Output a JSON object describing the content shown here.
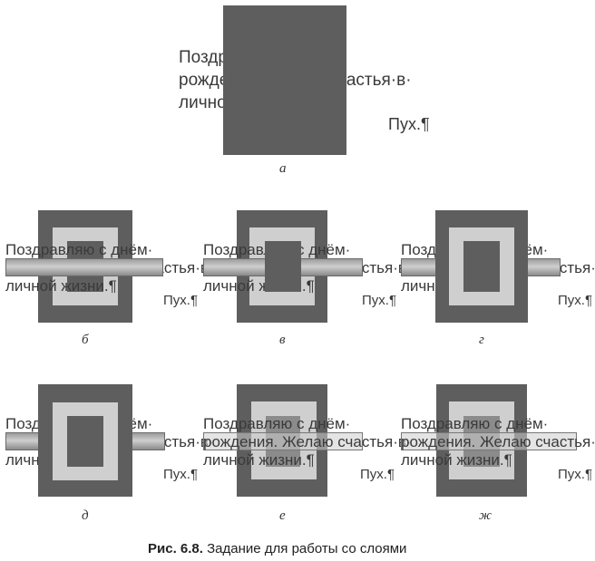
{
  "greeting": {
    "line1": "Поздравляю с днём·",
    "line2": "рождения. Желаю счастья·в·",
    "line3": "личной жизни.¶",
    "line1_short": "Поздравляю с днём·",
    "line2_short": "рождения. Желаю счастья·в·",
    "line3_short": "личной жизни.¶"
  },
  "signature": "Пух.¶",
  "labels": {
    "a": "а",
    "b": "б",
    "v": "в",
    "g": "г",
    "d": "д",
    "e": "е",
    "zh": "ж"
  },
  "caption": {
    "prefix": "Рис. 6.8.",
    "text": " Задание для работы со слоями"
  }
}
